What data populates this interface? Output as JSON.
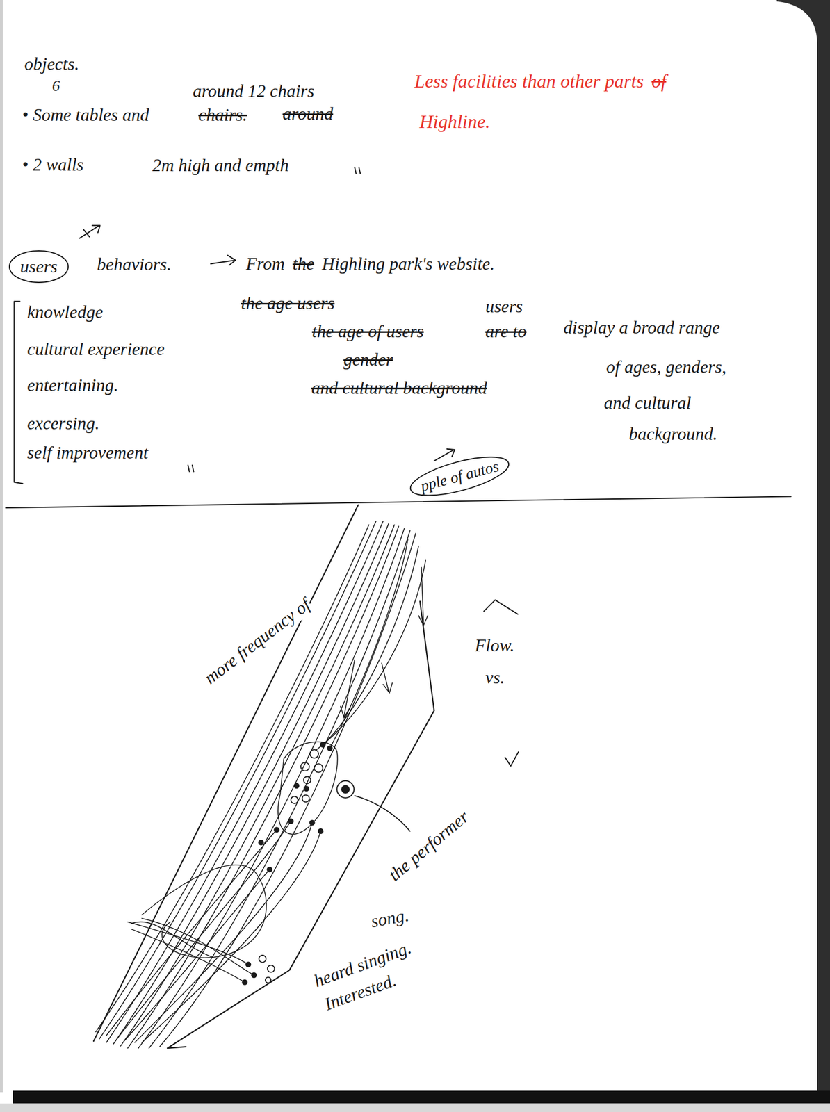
{
  "diagram": {
    "nodes": [
      {
        "text": [
          "users"
        ]
      },
      {
        "text": [
          "pple of autos"
        ]
      }
    ],
    "labels": [
      "objects.",
      "6",
      "around 12 chairs",
      "• Some tables and",
      "chairs.",
      "around",
      "Less facilities than other parts",
      "of",
      "Highline.",
      "• 2 walls",
      "2m high and empth",
      "behaviors.",
      "From",
      "the",
      "Highling park's website.",
      "knowledge",
      "the age users",
      "users",
      "the age of users",
      "are to",
      "display a broad range",
      "cultural experience",
      "gender",
      "of ages, genders,",
      "entertaining.",
      "and cultural background",
      "and cultural",
      "excersing.",
      "background.",
      "self improvement",
      "more frequency of",
      "Flow.",
      "vs.",
      "the performer",
      "song.",
      "heard singing.",
      "Interested."
    ]
  }
}
